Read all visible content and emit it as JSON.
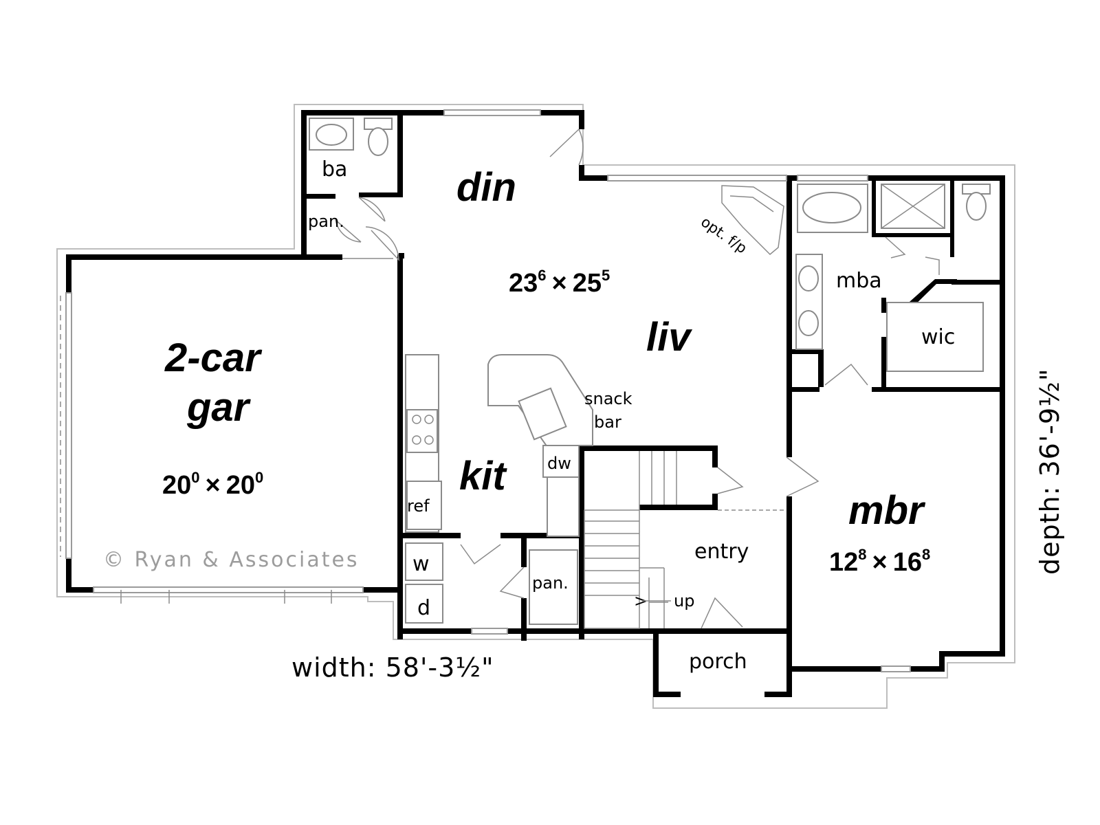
{
  "rooms": {
    "ba": "ba",
    "pan_upper": "pan.",
    "din": "din",
    "living_dim_w": "23",
    "living_dim_w_sup": "6",
    "living_dim_times": "×",
    "living_dim_h": "25",
    "living_dim_h_sup": "5",
    "liv": "liv",
    "opt_fp": "opt. f/p",
    "mba": "mba",
    "wic": "wic",
    "garage_line1": "2-car",
    "garage_line2": "gar",
    "garage_dim_w": "20",
    "garage_dim_w_sup": "0",
    "garage_dim_times": "×",
    "garage_dim_h": "20",
    "garage_dim_h_sup": "0",
    "snack": "snack",
    "bar": "bar",
    "kit": "kit",
    "dw": "dw",
    "ref": "ref",
    "w": "w",
    "d": "d",
    "pan_lower": "pan.",
    "entry": "entry",
    "up_arrow": ">",
    "up": "up",
    "porch": "porch",
    "mbr": "mbr",
    "mbr_dim_w": "12",
    "mbr_dim_w_sup": "8",
    "mbr_dim_times": "×",
    "mbr_dim_h": "16",
    "mbr_dim_h_sup": "8"
  },
  "copyright": "© Ryan & Associates",
  "width_label": "width: 58'-3½\"",
  "depth_label": "depth: 36'-9½\""
}
